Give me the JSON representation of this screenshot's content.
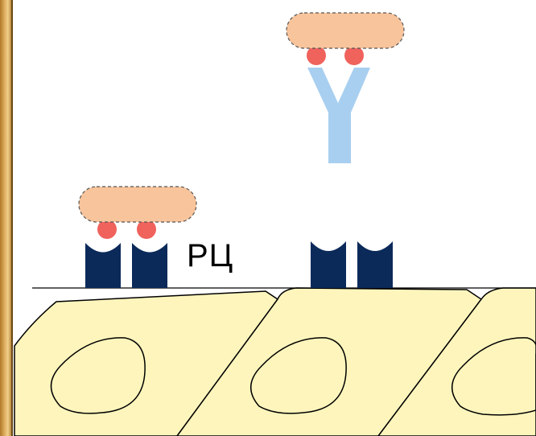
{
  "labels": {
    "receptor_complex": "РЦ"
  },
  "colors": {
    "antigen": "#f8c49c",
    "epitope": "#f0625c",
    "receptor": "#0b2a5a",
    "antibody": "#a8cff0",
    "cell": "#fdf5bc",
    "frame": "#e2b264"
  },
  "icons": {
    "antigen": "antigen-shape",
    "epitope": "epitope-dot",
    "receptor": "cup-receptor",
    "antibody": "y-antibody",
    "cell": "epithelial-cell",
    "nucleus": "cell-nucleus"
  }
}
